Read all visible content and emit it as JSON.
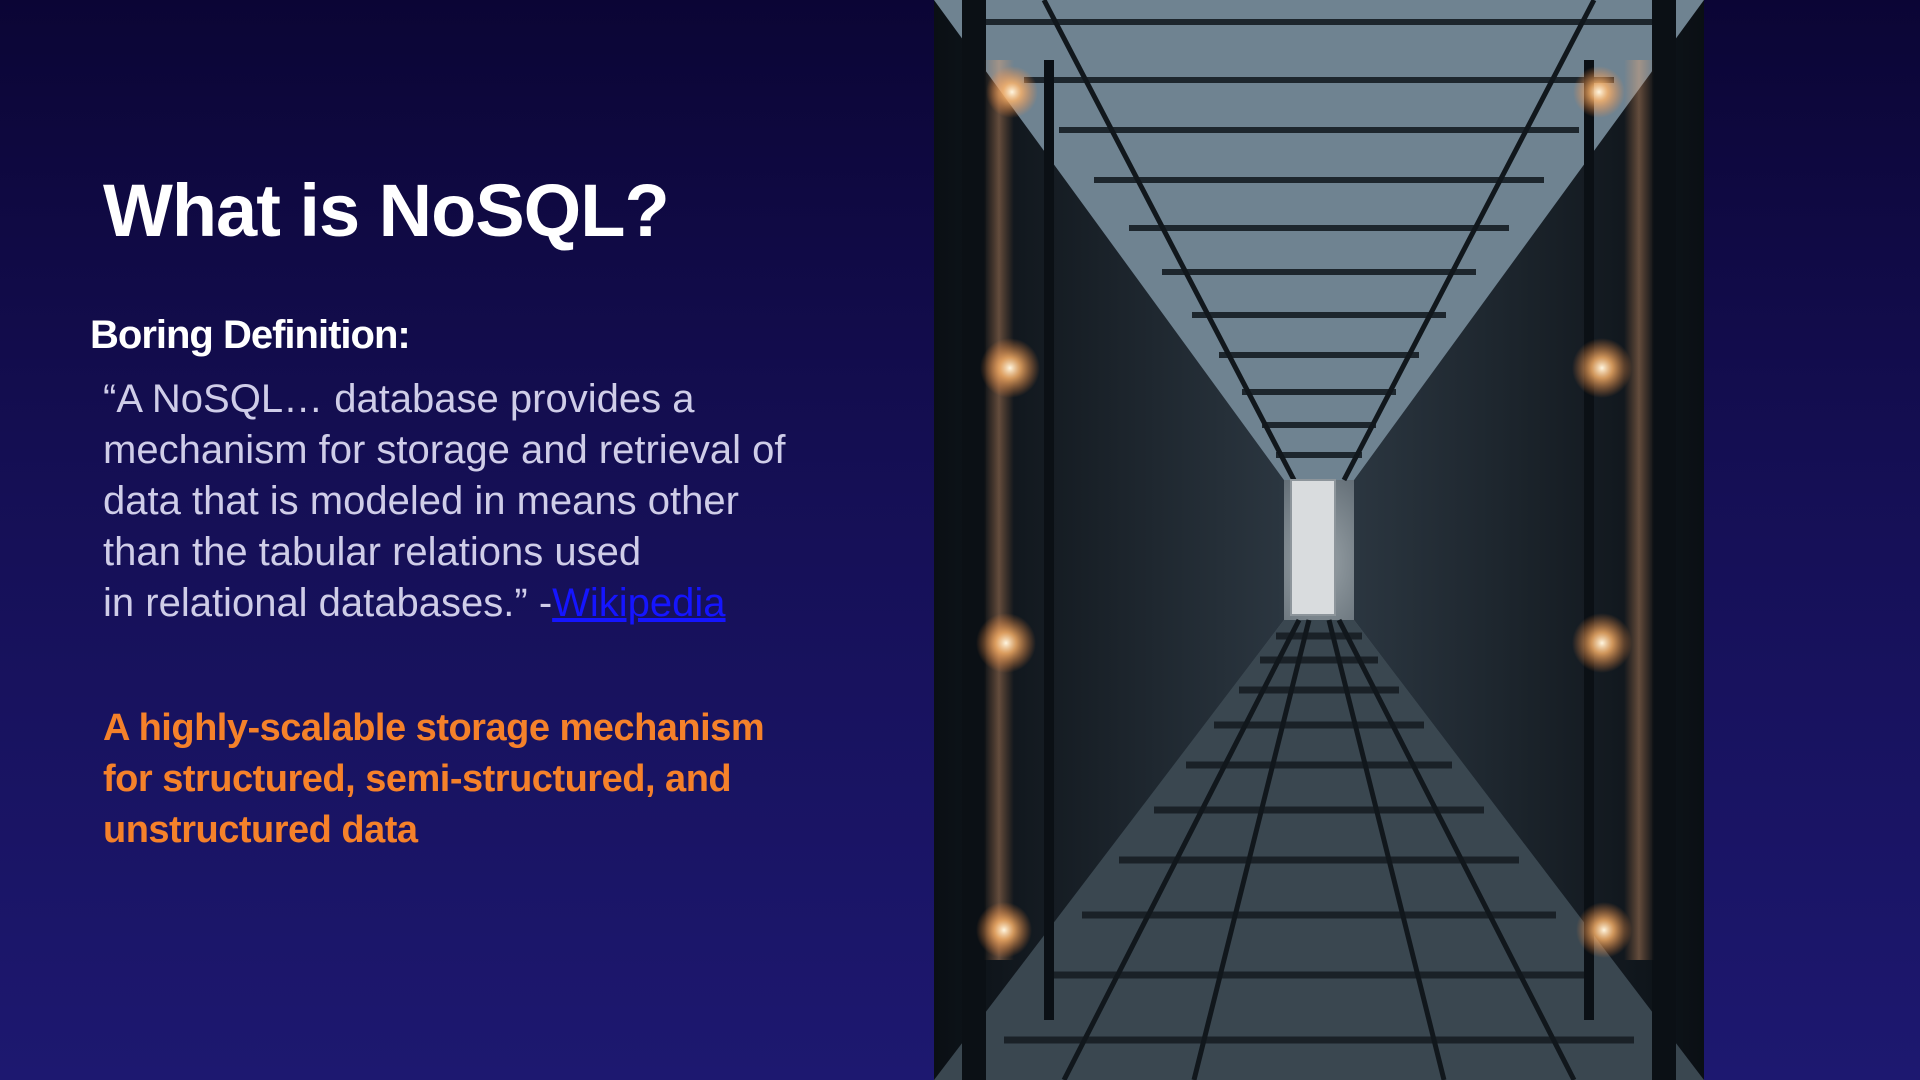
{
  "slide": {
    "title": "What is NoSQL?",
    "subheading": "Boring Definition:",
    "quote_lines": [
      "“A NoSQL… database provides a",
      "mechanism for storage and retrieval of",
      "data that is modeled in means other",
      "than the tabular relations used",
      "in relational databases.” -"
    ],
    "quote_link": "Wikipedia",
    "highlight_lines": [
      "A highly-scalable storage mechanism",
      "for structured, semi-structured, and",
      "unstructured data"
    ],
    "photo": {
      "subject": "data-center-corridor-photo"
    }
  },
  "colors": {
    "background_top": "#0b0535",
    "background_bottom": "#1d1870",
    "title": "#ffffff",
    "quote": "#cfcde8",
    "link": "#1515ff",
    "highlight": "#f5812a"
  }
}
